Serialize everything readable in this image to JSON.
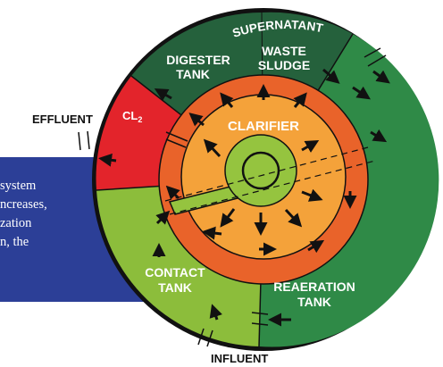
{
  "caption_lines": [
    "system",
    "ncreases,",
    "zation",
    "n, the"
  ],
  "labels": {
    "supernatant": "SUPERNATANT",
    "waste_line1": "WASTE",
    "waste_line2": "SLUDGE",
    "digester_line1": "DIGESTER",
    "digester_line2": "TANK",
    "cl2": "CL",
    "cl2_subscript": "2",
    "effluent": "EFFLUENT",
    "clarifier": "CLARIFIER",
    "contact_line1": "CONTACT",
    "contact_line2": "TANK",
    "reaeration_line1": "REAERATION",
    "reaeration_line2": "TANK",
    "influent": "INFLUENT"
  },
  "colors": {
    "background": "#ffffff",
    "panel_blue": "#2c3f97",
    "dark_green": "#25613c",
    "medium_green": "#2f8a47",
    "light_green": "#8cbd3b",
    "red": "#e3242b",
    "orange": "#e9632a",
    "clarifier_orange": "#f4a23a",
    "hub_green": "#95c43f",
    "outline": "#1b1b1b"
  },
  "icons": [
    "flow-arrow-icon"
  ]
}
